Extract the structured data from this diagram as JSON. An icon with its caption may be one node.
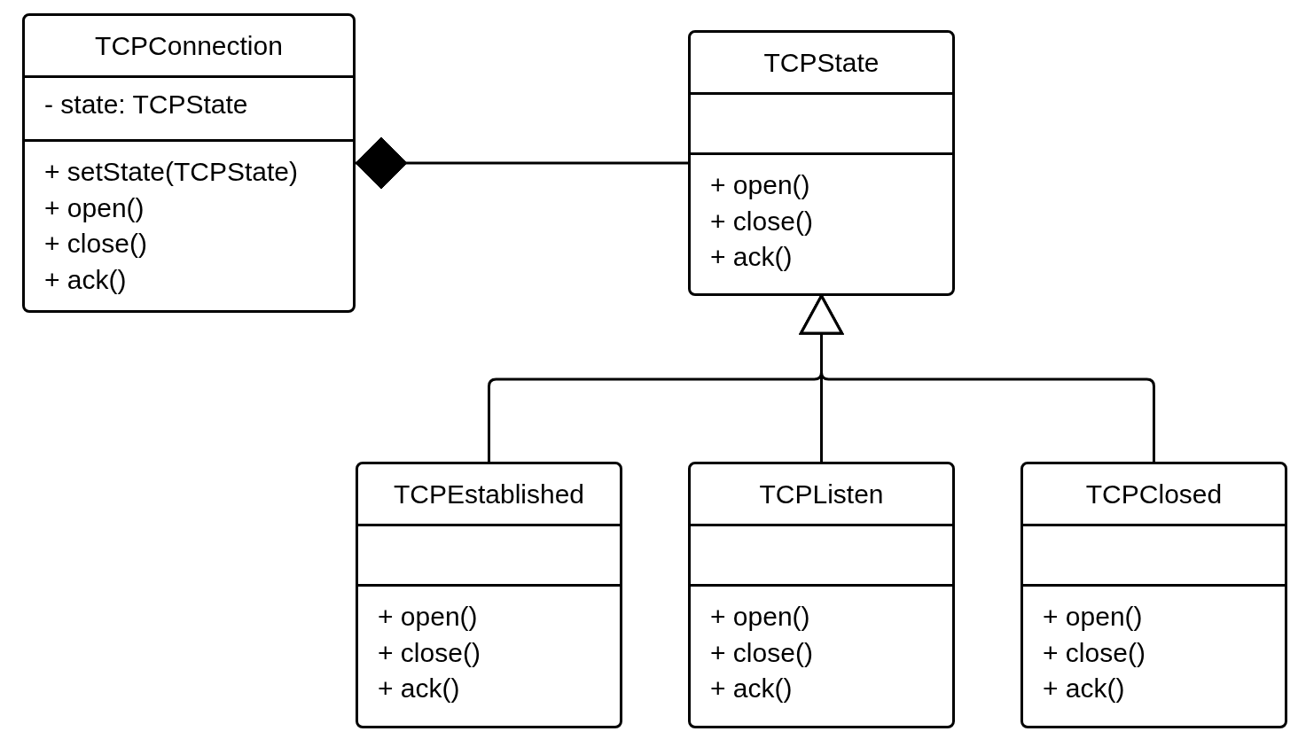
{
  "diagram": {
    "nodes": [
      {
        "text": [
          "TCPConnection",
          "- state: TCPState",
          "+ setState(TCPState)",
          "+ open()",
          "+ close()",
          "+ ack()"
        ]
      },
      {
        "text": [
          "TCPState",
          "+ open()",
          "+ close()",
          "+ ack()"
        ]
      },
      {
        "text": [
          "TCPEstablished",
          "+ open()",
          "+ close()",
          "+ ack()"
        ]
      },
      {
        "text": [
          "TCPListen",
          "+ open()",
          "+ close()",
          "+ ack()"
        ]
      },
      {
        "text": [
          "TCPClosed",
          "+ open()",
          "+ close()",
          "+ ack()"
        ]
      }
    ],
    "edges": [
      {
        "from": 0,
        "to": 1,
        "arrow": "other"
      },
      {
        "from": 2,
        "to": 1,
        "arrow": "to"
      },
      {
        "from": 3,
        "to": 1,
        "arrow": "to"
      },
      {
        "from": 4,
        "to": 1,
        "arrow": "to"
      }
    ]
  }
}
